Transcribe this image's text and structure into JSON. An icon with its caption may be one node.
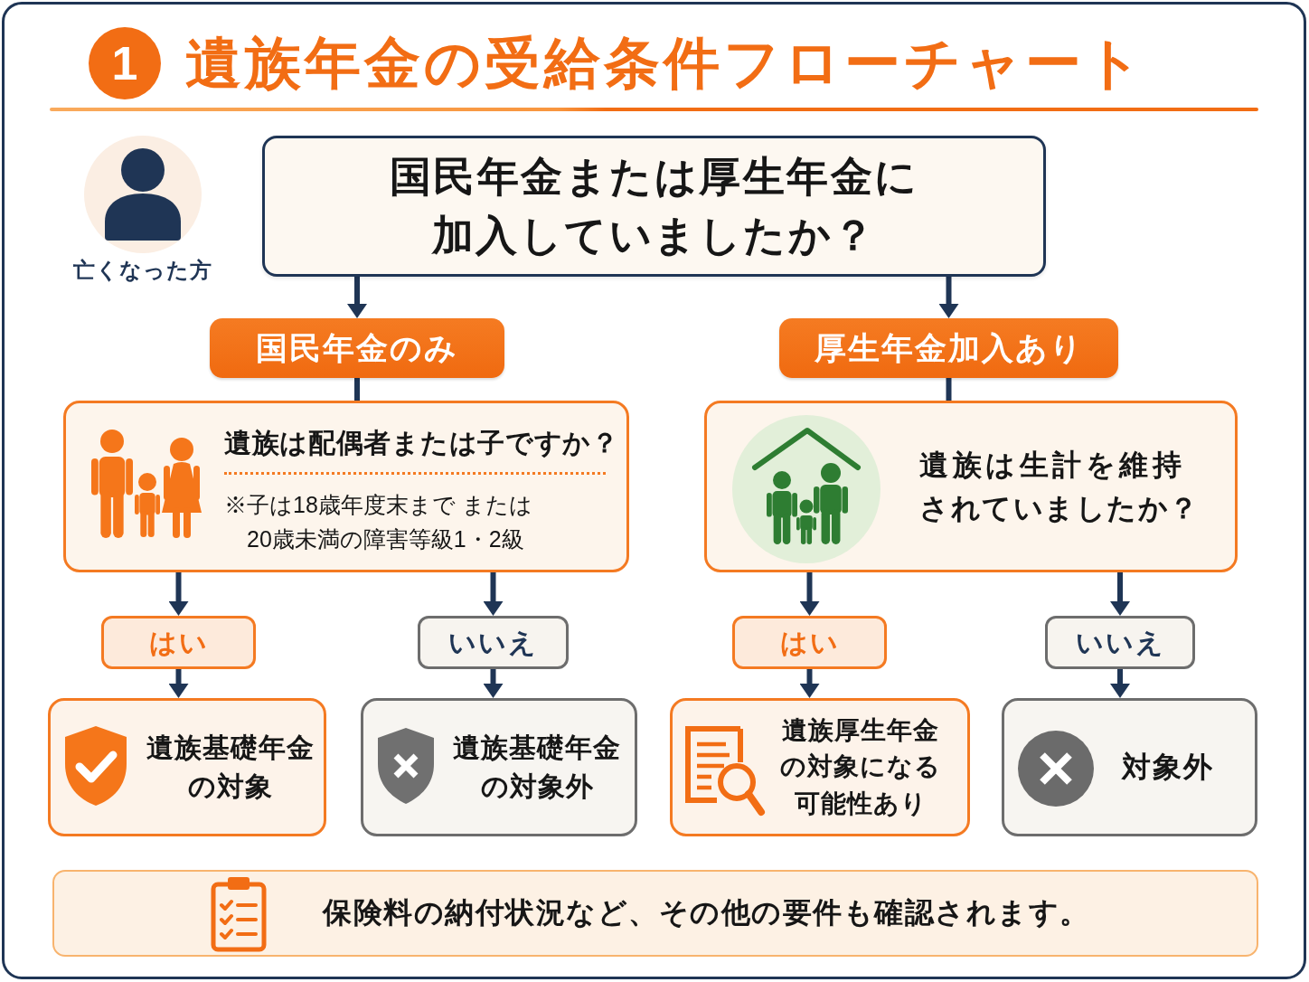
{
  "diagram": {
    "title": "遺族年金の受給条件フローチャート",
    "nodes": [
      {
        "text": [
          "国民年金または厚生年金に加入していましたか？"
        ]
      },
      {
        "text": [
          "国民年金のみ"
        ]
      },
      {
        "text": [
          "厚生年金加入あり"
        ]
      },
      {
        "text": [
          "遺族は配偶者または子ですか？",
          "※子は18歳年度末まで または20歳未満の障害等級1・2級"
        ]
      },
      {
        "text": [
          "遺族は生計を維持されていましたか？"
        ]
      },
      {
        "text": [
          "はい"
        ]
      },
      {
        "text": [
          "いいえ"
        ]
      },
      {
        "text": [
          "はい"
        ]
      },
      {
        "text": [
          "いいえ"
        ]
      },
      {
        "text": [
          "遺族基礎年金の対象"
        ]
      },
      {
        "text": [
          "遺族基礎年金の対象外"
        ]
      },
      {
        "text": [
          "遺族厚生年金の対象になる可能性あり"
        ]
      },
      {
        "text": [
          "対象外"
        ]
      },
      {
        "text": [
          "保険料の納付状況など、その他の要件も確認されます。"
        ]
      }
    ],
    "edges": [
      {
        "from": 0,
        "to": 1,
        "arrow": "to"
      },
      {
        "from": 0,
        "to": 2,
        "arrow": "to"
      },
      {
        "from": 1,
        "to": 3,
        "arrow": "none"
      },
      {
        "from": 2,
        "to": 4,
        "arrow": "none"
      },
      {
        "from": 3,
        "to": 5,
        "arrow": "to"
      },
      {
        "from": 3,
        "to": 6,
        "arrow": "to"
      },
      {
        "from": 4,
        "to": 7,
        "arrow": "to"
      },
      {
        "from": 4,
        "to": 8,
        "arrow": "to"
      },
      {
        "from": 5,
        "to": 9,
        "arrow": "to"
      },
      {
        "from": 6,
        "to": 10,
        "arrow": "to"
      },
      {
        "from": 7,
        "to": 11,
        "arrow": "to"
      },
      {
        "from": 8,
        "to": 12,
        "arrow": "to"
      }
    ],
    "labels": [
      "1",
      "亡くなった方"
    ]
  }
}
